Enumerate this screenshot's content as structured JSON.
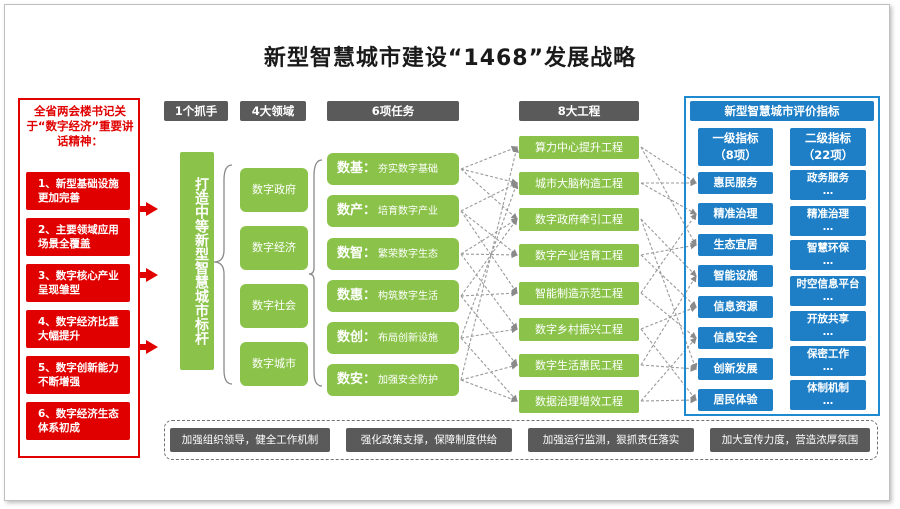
{
  "title": "新型智慧城市建设“1468”发展战略",
  "spirit": {
    "title": "全省两会楼书记关于“数字经济”重要讲话精神：",
    "items": [
      "1、新型基础设施更加完善",
      "2、主要领域应用场景全覆盖",
      "3、数字核心产业呈现雏型",
      "4、数字经济比重大幅提升",
      "5、数字创新能力不断增强",
      "6、数字经济生态体系初成"
    ]
  },
  "headers": {
    "grab": "1个抓手",
    "fields": "4大领域",
    "tasks": "6项任务",
    "projects": "8大工程"
  },
  "grab_text": "打造中等新型智慧城市标杆",
  "fields": [
    "数字政府",
    "数字经济",
    "数字社会",
    "数字城市"
  ],
  "tasks": [
    {
      "key": "数基：",
      "text": "夯实数字基础"
    },
    {
      "key": "数产：",
      "text": "培育数字产业"
    },
    {
      "key": "数智：",
      "text": "繁荣数字生态"
    },
    {
      "key": "数惠：",
      "text": "构筑数字生活"
    },
    {
      "key": "数创：",
      "text": "布局创新设施"
    },
    {
      "key": "数安：",
      "text": "加强安全防护"
    }
  ],
  "projects": [
    "算力中心提升工程",
    "城市大脑构造工程",
    "数字政府牵引工程",
    "数字产业培育工程",
    "智能制造示范工程",
    "数字乡村振兴工程",
    "数字生活惠民工程",
    "数据治理增效工程"
  ],
  "evaluation": {
    "title": "新型智慧城市评价指标",
    "level1_header": "一级指标\n（8项）",
    "level2_header": "二级指标\n（22项）",
    "level1": [
      "惠民服务",
      "精准治理",
      "生态宜居",
      "智能设施",
      "信息资源",
      "信息安全",
      "创新发展",
      "居民体验"
    ],
    "level2": [
      "政务服务\n…",
      "精准治理\n…",
      "智慧环保\n…",
      "时空信息平台\n…",
      "开放共享\n…",
      "保密工作\n…",
      "体制机制\n…"
    ]
  },
  "bottom": [
    "加强组织领导，健全工作机制",
    "强化政策支撑，保障制度供给",
    "加强运行监测，狠抓责任落实",
    "加大宣传力度，营造浓厚氛围"
  ],
  "colors": {
    "red": "#e00000",
    "green": "#8bc34a",
    "gray": "#5a5a5a",
    "blue": "#1e7fc7"
  }
}
